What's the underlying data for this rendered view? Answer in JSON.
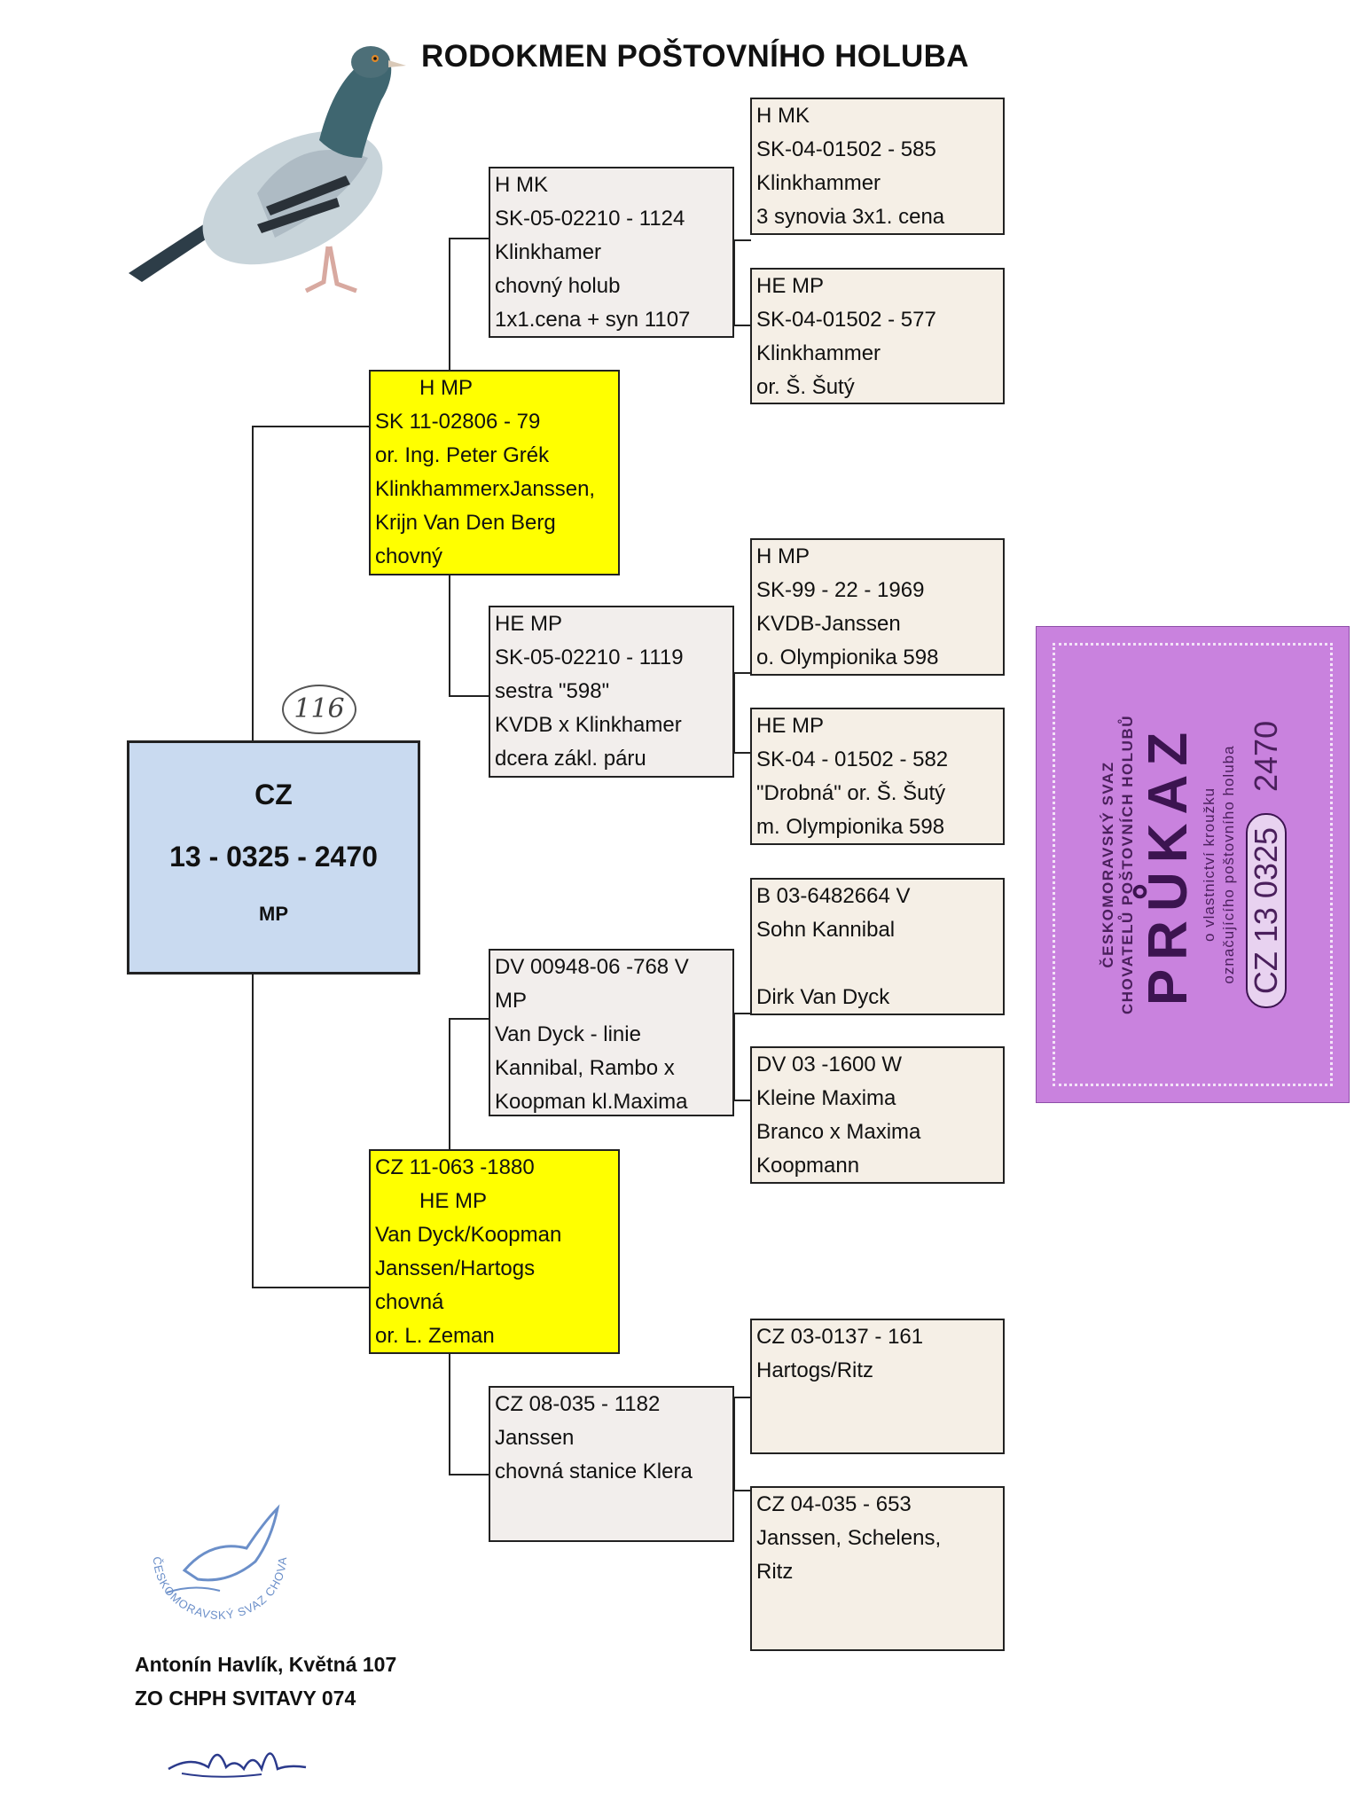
{
  "title": "RODOKMEN POŠTOVNÍHO HOLUBA",
  "handwritten_note": "116",
  "subject": {
    "country": "CZ",
    "ring": "13 - 0325 - 2470",
    "color": "MP"
  },
  "father": {
    "l1": "H    MP",
    "l2": "SK 11-02806 - 79",
    "l3": "or. Ing. Peter Grék",
    "l4": "KlinkhammerxJanssen,",
    "l5": "Krijn Van Den Berg",
    "l6": "chovný"
  },
  "mother": {
    "l1": "CZ 11-063 -1880",
    "l2": "HE MP",
    "l3": "Van Dyck/Koopman",
    "l4": "Janssen/Hartogs",
    "l5": "chovná",
    "l6": "or. L. Zeman"
  },
  "ff": {
    "l1": "H  MK",
    "l2": "SK-05-02210 - 1124",
    "l3": "Klinkhamer",
    "l4": "chovný holub",
    "l5": "1x1.cena + syn 1107"
  },
  "fm": {
    "l1": "HE   MP",
    "l2": "SK-05-02210 - 1119",
    "l3": "sestra \"598\"",
    "l4": "KVDB x Klinkhamer",
    "l5": "dcera zákl. páru"
  },
  "mf": {
    "l1": "DV 00948-06 -768  V",
    "l2": "MP",
    "l3": "Van Dyck - linie",
    "l4": "Kannibal, Rambo  x",
    "l5": "Koopman kl.Maxima"
  },
  "mm": {
    "l1": "CZ 08-035 - 1182",
    "l2": "Janssen",
    "l3": "chovná stanice Klera"
  },
  "fff": {
    "l1": "H  MK",
    "l2": "SK-04-01502 - 585",
    "l3": "Klinkhammer",
    "l4": "3 synovia 3x1. cena"
  },
  "ffm": {
    "l1": "HE  MP",
    "l2": "SK-04-01502 - 577",
    "l3": "Klinkhammer",
    "l4": "or. Š. Šutý"
  },
  "fmf": {
    "l1": "H  MP",
    "l2": "SK-99 - 22 - 1969",
    "l3": "KVDB-Janssen",
    "l4": "o. Olympionika 598"
  },
  "fmm": {
    "l1": "HE  MP",
    "l2": "SK-04 - 01502 - 582",
    "l3": "\"Drobná\" or. Š. Šutý",
    "l4": "m. Olympionika 598"
  },
  "mff": {
    "l1": "B 03-6482664 V",
    "l2": "Sohn Kannibal",
    "l3": "",
    "l4": "Dirk Van Dyck"
  },
  "mfm": {
    "l1": "DV 03 -1600 W",
    "l2": "Kleine Maxima",
    "l3": "Branco x Maxima",
    "l4": "Koopmann"
  },
  "mmf": {
    "l1": "CZ 03-0137 - 161",
    "l2": "Hartogs/Ritz"
  },
  "mmm": {
    "l1": "CZ 04-035 - 653",
    "l2": "Janssen, Schelens,",
    "l3": "Ritz"
  },
  "card": {
    "org_line1": "ČESKOMORAVSKÝ SVAZ",
    "org_line2": "CHOVATELŮ POŠTOVNÍCH HOLUBŮ",
    "heading": "PRŮKAZ",
    "desc_line1": "o vlastnictví kroužku",
    "desc_line2": "označujícího poštovního holuba",
    "ring_code": "CZ 13 0325",
    "ring_number": "2470"
  },
  "stamp": {
    "text": "ČESKOMORAVSKÝ SVAZ CHOVATELŮ POŠTOVNÍCH HOLUBŮ"
  },
  "owner": {
    "line1": "Antonín Havlík, Květná 107",
    "line2": "ZO CHPH SVITAVY 074"
  },
  "colors": {
    "parent_fill": "#ffff00",
    "subject_fill": "#c9daf0",
    "card_fill": "#c982de"
  }
}
